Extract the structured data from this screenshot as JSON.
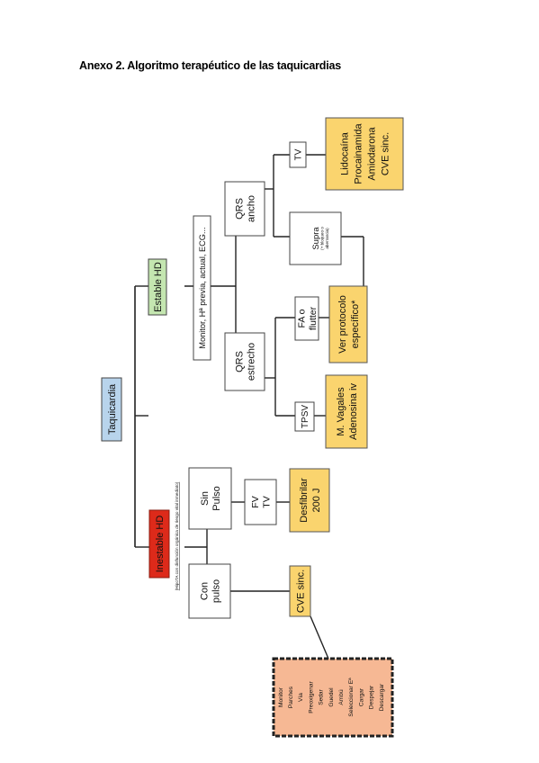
{
  "page": {
    "title": "Anexo 2. Algoritmo terapéutico de las taquicardias"
  },
  "colors": {
    "line": "#222222",
    "box_border": "#444444",
    "taquicardia": "#b8d4ec",
    "estable": "#c4e6b0",
    "inestable": "#dd2a1a",
    "treatment": "#fad46e",
    "checklist": "#f6b894"
  },
  "diagram": {
    "root": {
      "label": "Taquicardia"
    },
    "estable": {
      "label": "Estable HD",
      "note": "Monitor, Hª previa, actual, ECG...",
      "qrs_ancho": {
        "lines": [
          "QRS",
          "ancho"
        ],
        "tv": {
          "label": "TV"
        },
        "tv_treatment": {
          "lines": [
            "Lidocaína",
            "Procainamida",
            "Amiodarona",
            "CVE sinc."
          ]
        },
        "supra": {
          "label": "Supra",
          "sub": [
            "(+ bloqueo o",
            "aberrancia)"
          ]
        }
      },
      "qrs_estrecho": {
        "lines": [
          "QRS",
          "estrecho"
        ],
        "fa": {
          "lines": [
            "FA o",
            "flutter"
          ]
        },
        "protocol": {
          "lines": [
            "Ver protocolo",
            "específico*"
          ]
        },
        "tpsv": {
          "label": "TPSV"
        },
        "tpsv_treatment": {
          "lines": [
            "M. Vagales",
            "Adenosina iv"
          ]
        }
      }
    },
    "inestable": {
      "label": "Inestable HD",
      "note": "(HipoTA con disfunción orgánica de riesgo vital inmediato)",
      "sin_pulso": {
        "lines": [
          "Sin",
          "Pulso"
        ],
        "fv_tv": {
          "lines": [
            "FV",
            "TV"
          ]
        },
        "treatment": {
          "lines": [
            "Desfibrilar",
            "200 J"
          ]
        }
      },
      "con_pulso": {
        "lines": [
          "Con",
          "pulso"
        ],
        "treatment": {
          "label": "CVE sinc."
        },
        "checklist": {
          "items": [
            "Monitor",
            "Parches",
            "Vía",
            "Preoxigenar",
            "Sedar",
            "Guedel",
            "Ambú",
            "Seleccionar Eª",
            "Cargar",
            "Despejar",
            "Descargar"
          ]
        }
      }
    }
  }
}
